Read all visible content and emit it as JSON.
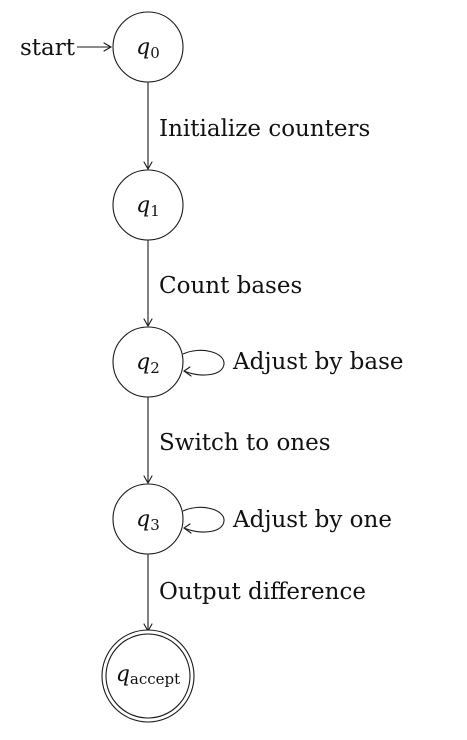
{
  "diagram": {
    "start_label": "start",
    "states": [
      {
        "id": "q0",
        "base": "q",
        "sub": "0",
        "accepting": false
      },
      {
        "id": "q1",
        "base": "q",
        "sub": "1",
        "accepting": false
      },
      {
        "id": "q2",
        "base": "q",
        "sub": "2",
        "accepting": false
      },
      {
        "id": "q3",
        "base": "q",
        "sub": "3",
        "accepting": false
      },
      {
        "id": "qaccept",
        "base": "q",
        "sub": "accept",
        "accepting": true
      }
    ],
    "transitions": [
      {
        "from": "q0",
        "to": "q1",
        "label": "Initialize counters"
      },
      {
        "from": "q1",
        "to": "q2",
        "label": "Count bases"
      },
      {
        "from": "q2",
        "to": "q2",
        "label": "Adjust by base"
      },
      {
        "from": "q2",
        "to": "q3",
        "label": "Switch to ones"
      },
      {
        "from": "q3",
        "to": "q3",
        "label": "Adjust by one"
      },
      {
        "from": "q3",
        "to": "qaccept",
        "label": "Output difference"
      }
    ]
  }
}
